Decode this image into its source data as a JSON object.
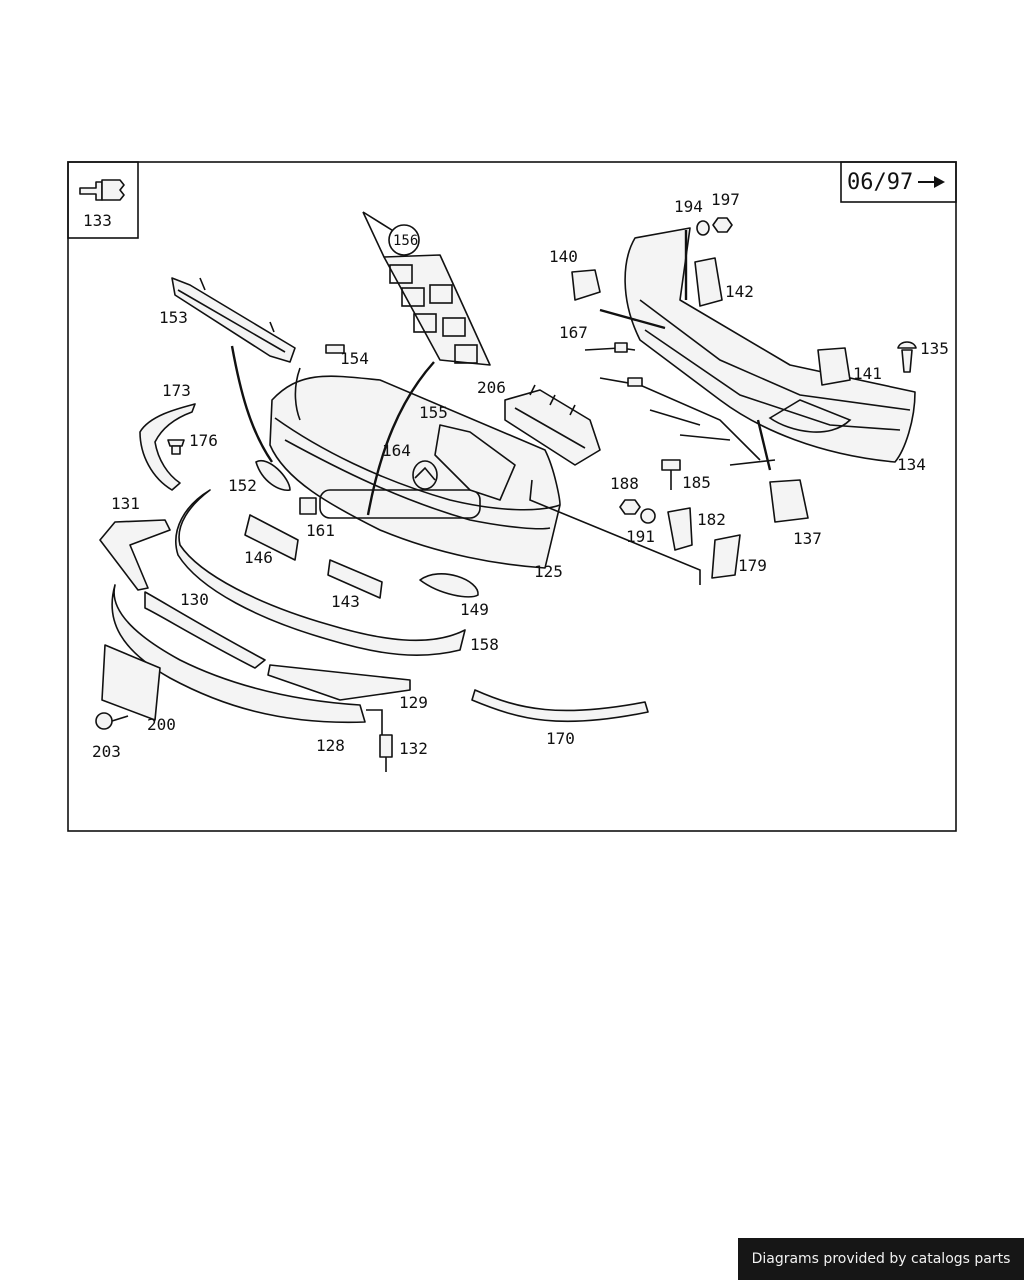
{
  "diagram": {
    "date_code": "06/97",
    "inset_label": "133",
    "callouts": [
      "125",
      "128",
      "129",
      "130",
      "131",
      "132",
      "134",
      "135",
      "137",
      "140",
      "141",
      "142",
      "143",
      "146",
      "149",
      "152",
      "153",
      "154",
      "155",
      "156",
      "158",
      "161",
      "164",
      "167",
      "170",
      "173",
      "176",
      "179",
      "182",
      "185",
      "188",
      "191",
      "194",
      "197",
      "200",
      "203",
      "206"
    ]
  },
  "footer": {
    "text": "Diagrams provided by catalogs parts"
  }
}
